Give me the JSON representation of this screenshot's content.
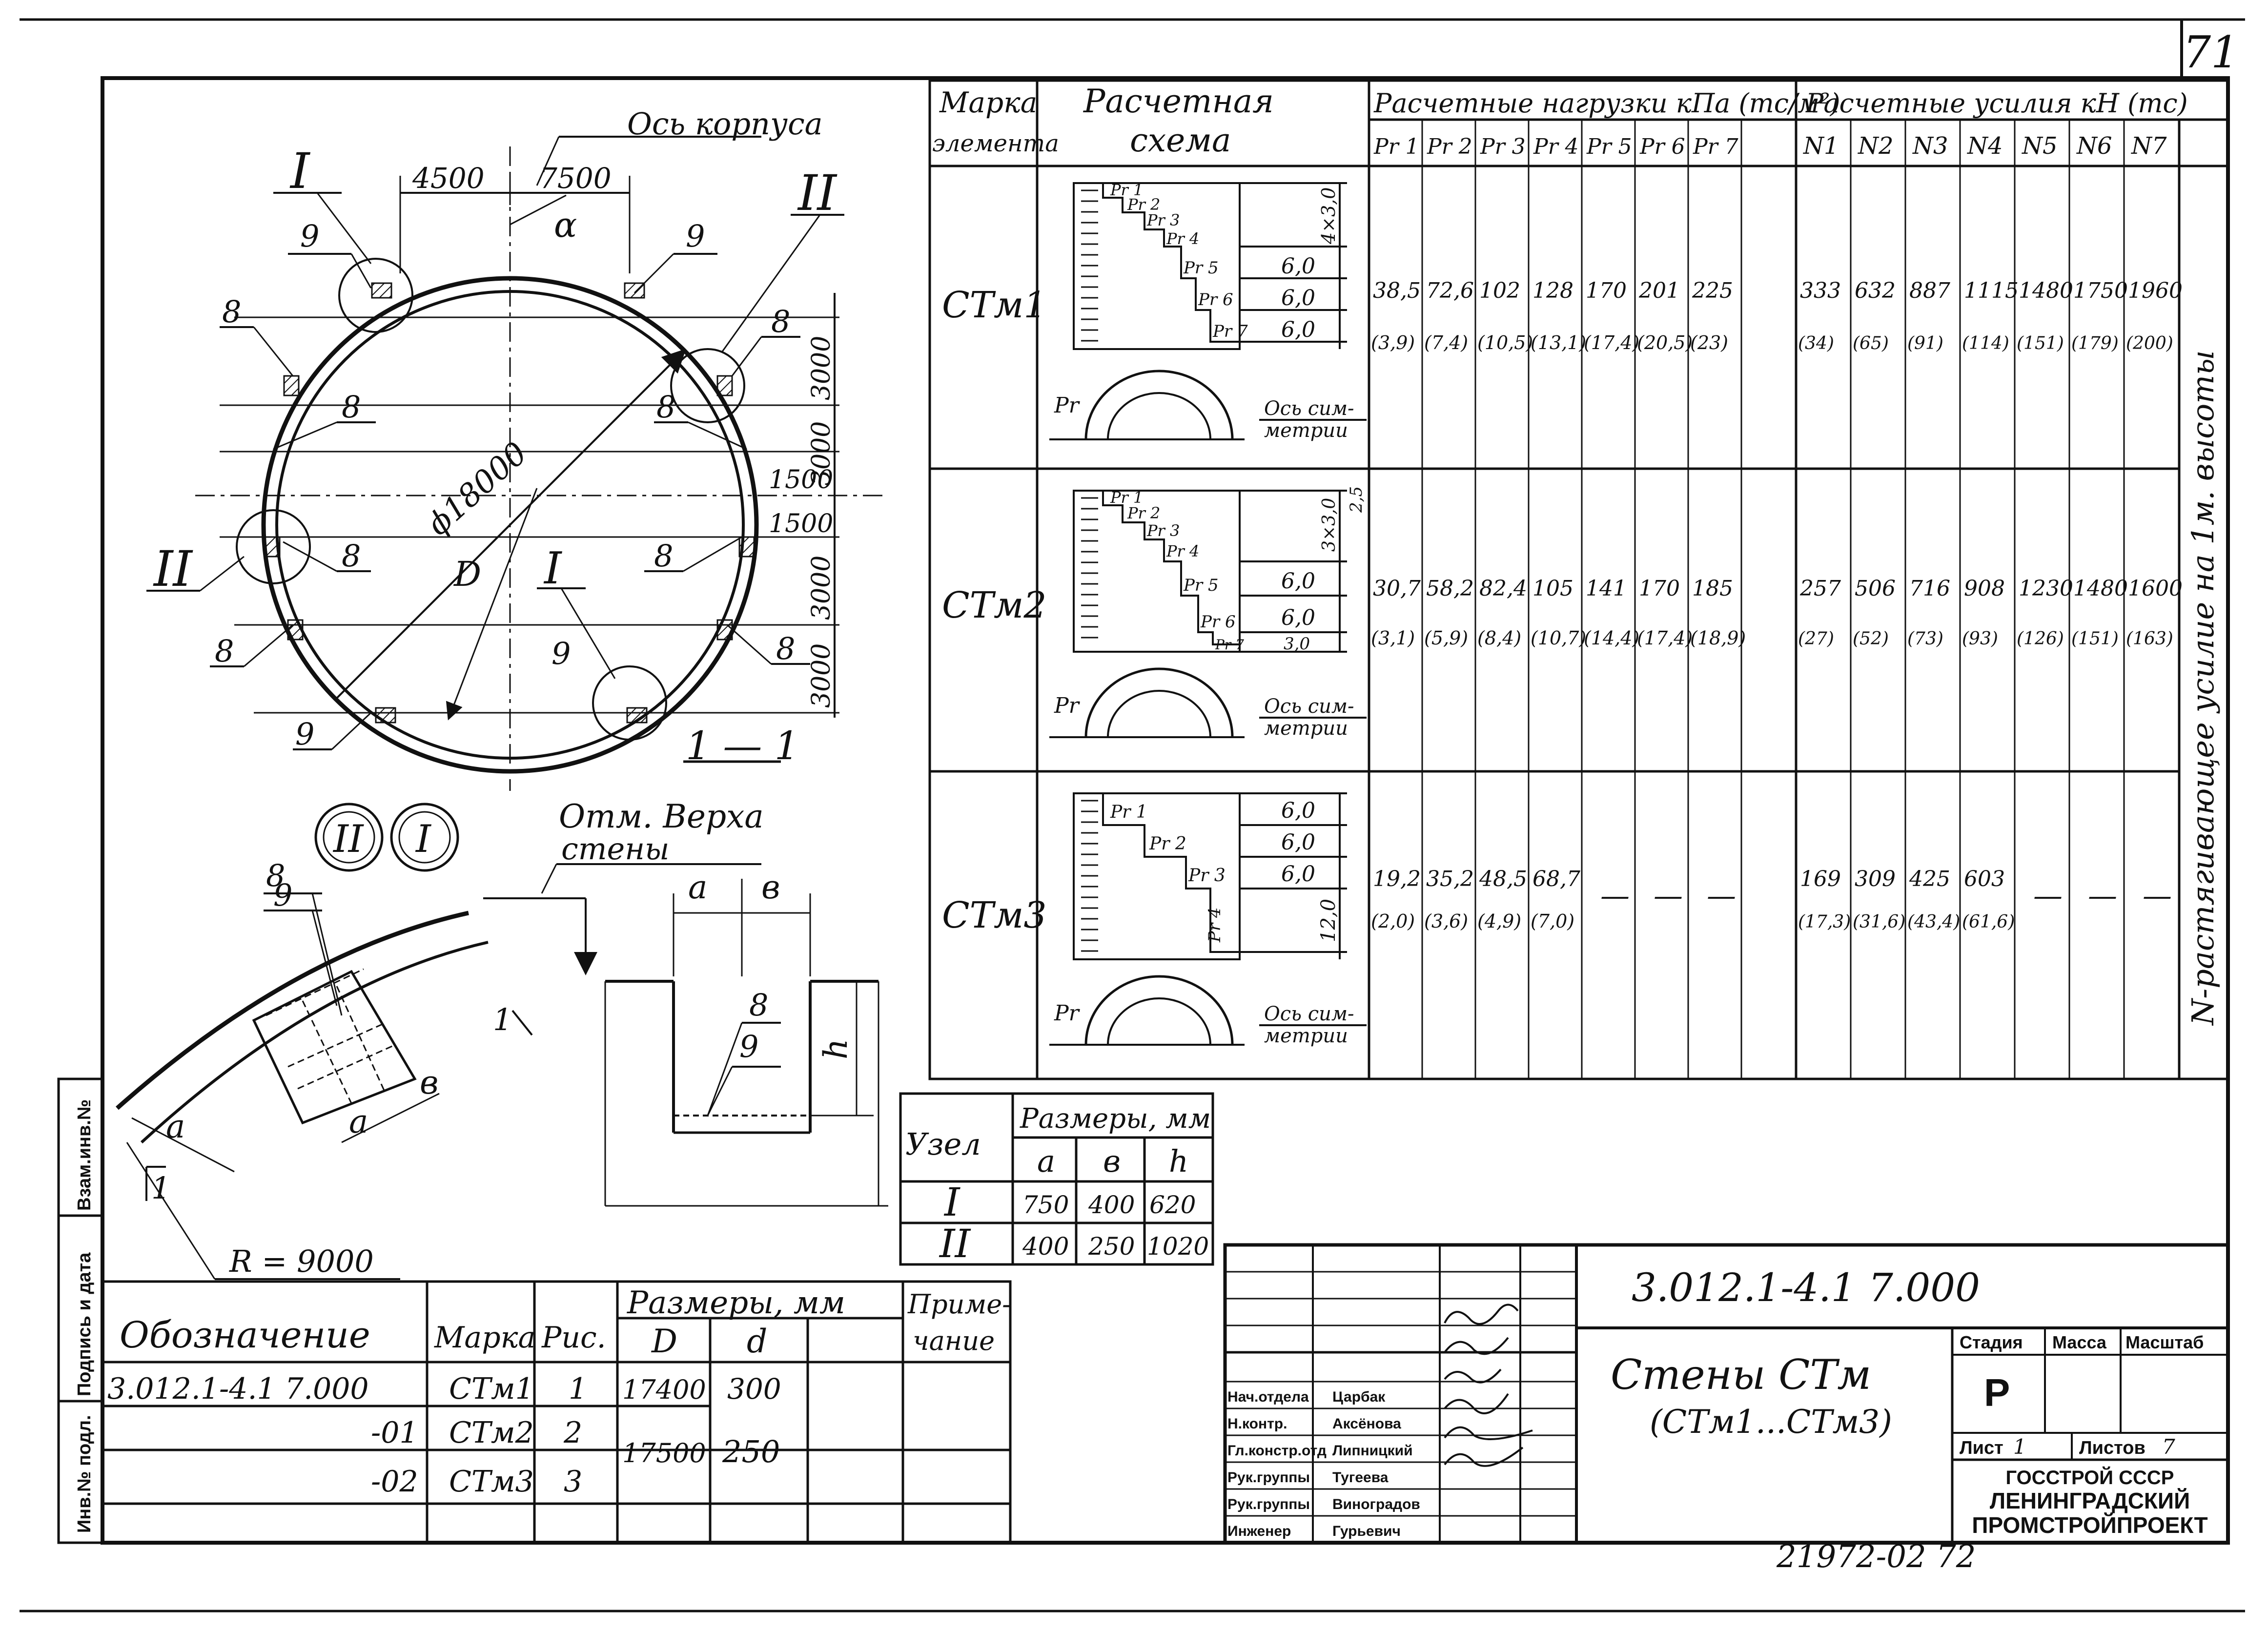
{
  "sheet": {
    "corner_number": "71",
    "bottom_number": "21972-02   72"
  },
  "plan": {
    "axis_label": "Ось корпуса",
    "dim_4500": "4500",
    "dim_7500": "7500",
    "alpha": "α",
    "diameter": "ϕ18000",
    "d_letter": "D",
    "section_label": "1 — 1",
    "roman_1": "I",
    "roman_2": "II",
    "callouts": {
      "nine": "9",
      "eight": "8"
    },
    "right_dims": [
      "3000",
      "3000",
      "1500",
      "1500",
      "3000",
      "3000"
    ]
  },
  "detail": {
    "nodes": [
      "II",
      "I"
    ],
    "top_mark_line1": "Отм. Верха",
    "top_mark_line2": "стены",
    "a": "a",
    "b": "в",
    "h": "h",
    "radius": "R = 9000",
    "cut": "1",
    "eight": "8",
    "nine": "9"
  },
  "nodes_table": {
    "uzel": "Узел",
    "razmery": "Размеры, мм",
    "col_a": "a",
    "col_b": "в",
    "col_h": "h",
    "rows": [
      {
        "node": "I",
        "a": "750",
        "b": "400",
        "h": "620"
      },
      {
        "node": "II",
        "a": "400",
        "b": "250",
        "h": "1020"
      }
    ]
  },
  "loads_table": {
    "h_marka": "Марка",
    "h_element": "элемента",
    "h_scheme1": "Расчетная",
    "h_scheme2": "схема",
    "h_loads": "Расчетные нагрузки кПа (тс/м²)",
    "h_forces": "Расчетные усилия кН (тс)",
    "load_cols": [
      "Pr 1",
      "Pr 2",
      "Pr 3",
      "Pr 4",
      "Pr 5",
      "Pr 6",
      "Pr 7"
    ],
    "force_cols": [
      "N1",
      "N2",
      "N3",
      "N4",
      "N5",
      "N6",
      "N7"
    ],
    "side_note": "N-растягивающее усилие на 1м. высоты",
    "sym_axis_1": "Ось сим-",
    "sym_axis_2": "метрии",
    "pr_letter": "Pr",
    "rows": [
      {
        "mark": "СТм1",
        "scheme_labels": [
          "Pr 1",
          "Pr 2",
          "Pr 3",
          "Pr 4",
          "Pr 5",
          "Pr 6",
          "Pr 7"
        ],
        "scheme_dims": [
          "4×3,0",
          "6,0",
          "6,0",
          "6,0"
        ],
        "loads": [
          "38,5",
          "72,6",
          "102",
          "128",
          "170",
          "201",
          "225"
        ],
        "loads_tc": [
          "(3,9)",
          "(7,4)",
          "(10,5)",
          "(13,1)",
          "(17,4)",
          "(20,5)",
          "(23)"
        ],
        "forces": [
          "333",
          "632",
          "887",
          "1115",
          "1480",
          "1750",
          "1960"
        ],
        "forces_tc": [
          "(34)",
          "(65)",
          "(91)",
          "(114)",
          "(151)",
          "(179)",
          "(200)"
        ]
      },
      {
        "mark": "СТм2",
        "scheme_labels": [
          "Pr 1",
          "Pr 2",
          "Pr 3",
          "Pr 4",
          "Pr 5",
          "Pr 6",
          "Pr 7"
        ],
        "scheme_dims": [
          "3×3,0",
          "2,5",
          "6,0",
          "6,0",
          "3,0"
        ],
        "loads": [
          "30,7",
          "58,2",
          "82,4",
          "105",
          "141",
          "170",
          "185"
        ],
        "loads_tc": [
          "(3,1)",
          "(5,9)",
          "(8,4)",
          "(10,7)",
          "(14,4)",
          "(17,4)",
          "(18,9)"
        ],
        "forces": [
          "257",
          "506",
          "716",
          "908",
          "1230",
          "1480",
          "1600"
        ],
        "forces_tc": [
          "(27)",
          "(52)",
          "(73)",
          "(93)",
          "(126)",
          "(151)",
          "(163)"
        ]
      },
      {
        "mark": "СТм3",
        "scheme_labels": [
          "Pr 1",
          "Pr 2",
          "Pr 3",
          "Pr 4"
        ],
        "scheme_dims": [
          "6,0",
          "6,0",
          "6,0",
          "12,0"
        ],
        "loads": [
          "19,2",
          "35,2",
          "48,5",
          "68,7"
        ],
        "loads_tc": [
          "(2,0)",
          "(3,6)",
          "(4,9)",
          "(7,0)"
        ],
        "forces": [
          "169",
          "309",
          "425",
          "603"
        ],
        "forces_tc": [
          "(17,3)",
          "(31,6)",
          "(43,4)",
          "(61,6)"
        ],
        "dash": "—"
      }
    ]
  },
  "spec_table": {
    "h_designation": "Обозначение",
    "h_mark": "Марка",
    "h_fig": "Рис.",
    "h_sizes": "Размеры, мм",
    "h_D": "D",
    "h_d": "d",
    "h_note1": "Приме-",
    "h_note2": "чание",
    "rows": [
      {
        "designation": "3.012.1-4.1  7.000",
        "mark": "СТм1",
        "fig": "1",
        "D": "17400",
        "d": "300"
      },
      {
        "designation": "-01",
        "mark": "СТм2",
        "fig": "2",
        "D": "17500",
        "d": "250"
      },
      {
        "designation": "-02",
        "mark": "СТм3",
        "fig": "3",
        "D": "",
        "d": ""
      }
    ]
  },
  "side_strip": {
    "labels": [
      "Инв.№ подл.",
      "Подпись и дата",
      "Взам.инв.№"
    ]
  },
  "title_block": {
    "doc_code": "3.012.1-4.1  7.000",
    "title_line1": "Стены  СТм",
    "title_line2": "(СТм1...СТм3)",
    "stage_h": "Стадия",
    "mass_h": "Масса",
    "scale_h": "Масштаб",
    "stage": "Р",
    "sheet_label": "Лист",
    "sheet_no": "1",
    "sheets_label": "Листов",
    "sheets_total": "7",
    "org1": "ГОССТРОЙ СССР",
    "org2": "ЛЕНИНГРАДСКИЙ",
    "org3": "ПРОМСТРОЙПРОЕКТ",
    "people": [
      {
        "role": "Нач.отдела",
        "name": "Царбак"
      },
      {
        "role": "Н.контр.",
        "name": "Аксёнова"
      },
      {
        "role": "Гл.констр.отд",
        "name": "Липницкий"
      },
      {
        "role": "Рук.группы",
        "name": "Тугеева"
      },
      {
        "role": "Рук.группы",
        "name": "Виноградов"
      },
      {
        "role": "Инженер",
        "name": "Гурьевич"
      }
    ]
  }
}
